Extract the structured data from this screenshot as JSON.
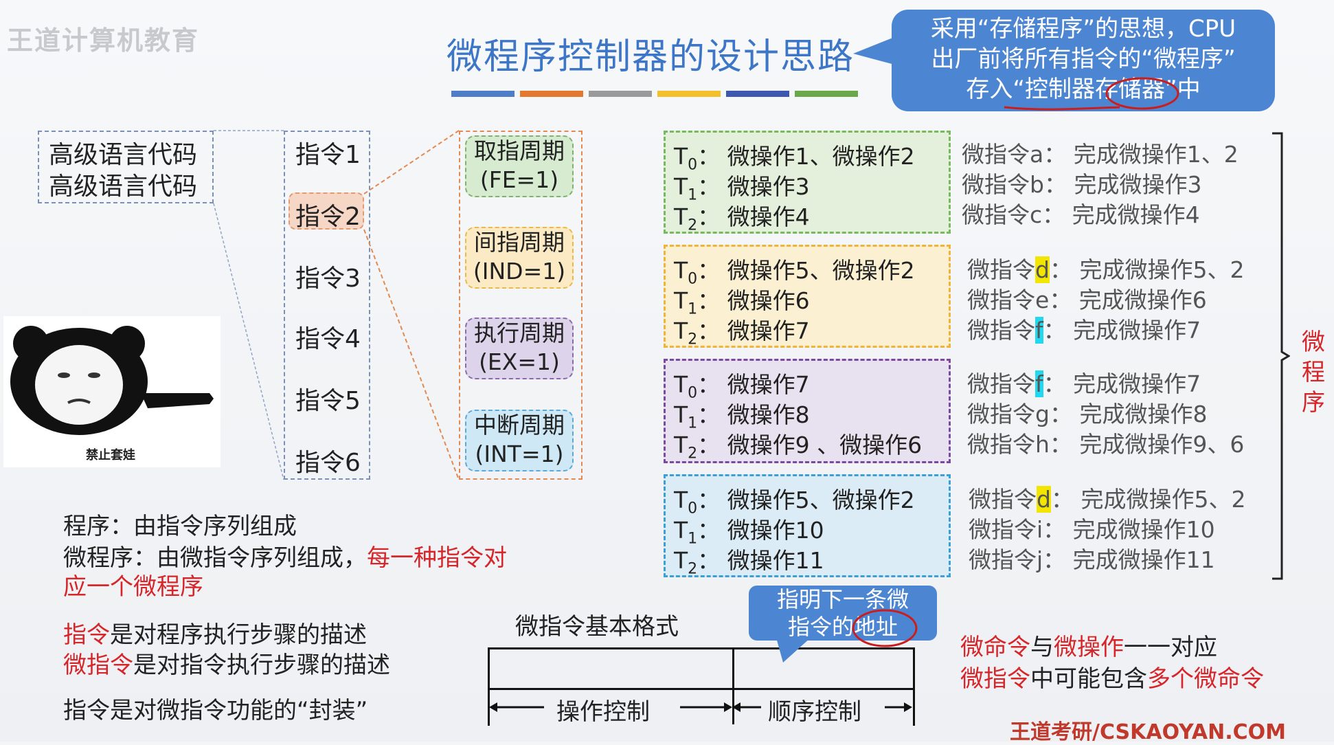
{
  "watermark": "王道计算机教育",
  "title": "微程序控制器的设计思路",
  "callout_top": {
    "lines": [
      "采用“存储程序”的思想，CPU",
      "出厂前将所有指令的“微程序”",
      "存入“控制器存储器”中"
    ]
  },
  "left_box": {
    "lines": [
      "高级语言代码",
      "高级语言代码"
    ]
  },
  "instructions": [
    "指令1",
    "指令2",
    "指令3",
    "指令4",
    "指令5",
    "指令6"
  ],
  "cycles": [
    {
      "name": "取指周期",
      "flag": "(FE=1)",
      "color": "#d6ebd0"
    },
    {
      "name": "间指周期",
      "flag": "(IND=1)",
      "color": "#fbeac4"
    },
    {
      "name": "执行周期",
      "flag": "(EX=1)",
      "color": "#ddd3ea"
    },
    {
      "name": "中断周期",
      "flag": "(INT=1)",
      "color": "#cfe8f5"
    }
  ],
  "meme_caption": "禁止套娃",
  "groups": [
    {
      "border": "#77b95f",
      "bg": "#e4efdc",
      "rows": [
        {
          "t": "T",
          "s": "0",
          "ops": "微操作1、微操作2"
        },
        {
          "t": "T",
          "s": "1",
          "ops": "微操作3"
        },
        {
          "t": "T",
          "s": "2",
          "ops": "微操作4"
        }
      ]
    },
    {
      "border": "#f0b43a",
      "bg": "#fcf0d2",
      "rows": [
        {
          "t": "T",
          "s": "0",
          "ops": "微操作5、微操作2"
        },
        {
          "t": "T",
          "s": "1",
          "ops": "微操作6"
        },
        {
          "t": "T",
          "s": "2",
          "ops": "微操作7"
        }
      ]
    },
    {
      "border": "#7a4aa0",
      "bg": "#e8e1ef",
      "rows": [
        {
          "t": "T",
          "s": "0",
          "ops": "微操作7"
        },
        {
          "t": "T",
          "s": "1",
          "ops": "微操作8"
        },
        {
          "t": "T",
          "s": "2",
          "ops": "微操作9 、微操作6"
        }
      ]
    },
    {
      "border": "#3aa0d6",
      "bg": "#dcecf6",
      "rows": [
        {
          "t": "T",
          "s": "0",
          "ops": "微操作5、微操作2"
        },
        {
          "t": "T",
          "s": "1",
          "ops": "微操作10"
        },
        {
          "t": "T",
          "s": "2",
          "ops": "微操作11"
        }
      ]
    }
  ],
  "micro": [
    {
      "pre": "微指令",
      "id": "a",
      "hl": "",
      "post": "：  完成微操作1、2"
    },
    {
      "pre": "微指令",
      "id": "b",
      "hl": "",
      "post": "：  完成微操作3"
    },
    {
      "pre": "微指令",
      "id": "c",
      "hl": "",
      "post": "：  完成微操作4"
    },
    {
      "pre": "微指令",
      "id": "d",
      "hl": "y",
      "post": "：  完成微操作5、2"
    },
    {
      "pre": "微指令",
      "id": "e",
      "hl": "",
      "post": "：  完成微操作6"
    },
    {
      "pre": "微指令",
      "id": "f",
      "hl": "c",
      "post": "：  完成微操作7"
    },
    {
      "pre": "微指令",
      "id": "f",
      "hl": "c",
      "post": "：  完成微操作7"
    },
    {
      "pre": "微指令",
      "id": "g",
      "hl": "",
      "post": "：  完成微操作8"
    },
    {
      "pre": "微指令",
      "id": "h",
      "hl": "",
      "post": "：  完成微操作9、6"
    },
    {
      "pre": "微指令",
      "id": "d",
      "hl": "y",
      "post": "：  完成微操作5、2"
    },
    {
      "pre": "微指令",
      "id": "i",
      "hl": "",
      "post": "：  完成微操作10"
    },
    {
      "pre": "微指令",
      "id": "j",
      "hl": "",
      "post": "：  完成微操作11"
    }
  ],
  "brace_label": [
    "微",
    "程",
    "序"
  ],
  "notes": {
    "program": "程序：由指令序列组成",
    "microprogram": "微程序：由微指令序列组成，",
    "microprogram_red1": "每一种指令对",
    "microprogram_red2": "应一个微程序",
    "desc1_red": "指令",
    "desc1": "是对程序执行步骤的描述",
    "desc2_red": "微指令",
    "desc2": "是对指令执行步骤的描述",
    "desc3": "指令是对微指令功能的“封装”"
  },
  "format": {
    "title": "微指令基本格式",
    "left": "操作控制",
    "right": "顺序控制",
    "callout": "指明下一条微指令的地址"
  },
  "rule1": {
    "a": "微命令",
    "b": "与",
    "c": "微操作",
    "d": "一一对应"
  },
  "rule2": {
    "a": "微指令",
    "b": "中可能包含",
    "c": "多个微命令"
  },
  "footer": "王道考研/CSKAOYAN.COM"
}
